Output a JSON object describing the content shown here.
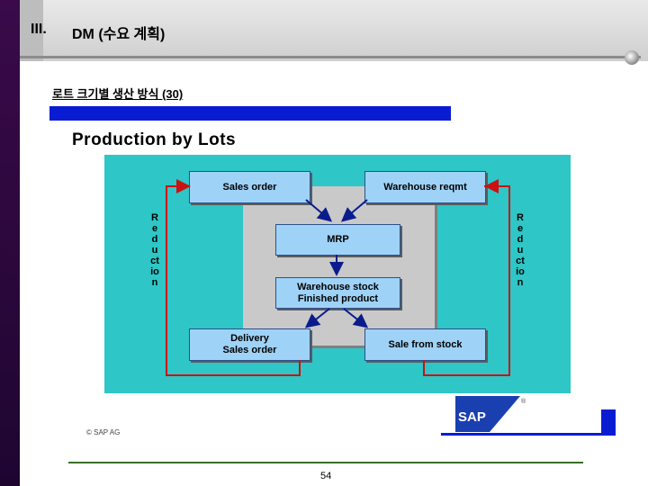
{
  "slide": {
    "number": "III.",
    "title": "DM (수요 계획)",
    "subtitle": "로트 크기별 생산 방식 (30)",
    "diagram_title": "Production by Lots",
    "page_number": "54",
    "copyright": "© SAP AG"
  },
  "diagram": {
    "boxes": {
      "sales_order": "Sales order",
      "warehouse_reqmt": "Warehouse reqmt",
      "mrp": "MRP",
      "warehouse_stock_line1": "Warehouse stock",
      "warehouse_stock_line2": "Finished product",
      "delivery_line1": "Delivery",
      "delivery_line2": "Sales order",
      "sale_from_stock": "Sale from stock"
    },
    "reduction_label": "Reduction"
  },
  "logo": {
    "text": "SAP",
    "registered": "®"
  },
  "colors": {
    "left_bar": "#2a0a3a",
    "blue_bar": "#0a1cd2",
    "diagram_bg": "#2ec6c6",
    "box_fill": "#9fd2f7",
    "red_arrow": "#cc1111",
    "footer_line": "#3c6f28"
  }
}
